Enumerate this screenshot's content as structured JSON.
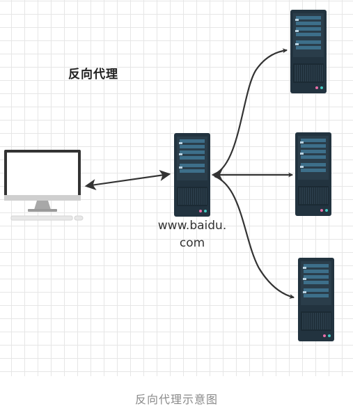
{
  "diagram": {
    "title": "反向代理",
    "proxy_label_line1": "www.baidu.",
    "proxy_label_line2": "com",
    "caption": "反向代理示意图"
  },
  "nodes": {
    "client": "computer-icon",
    "proxy": "server-icon",
    "backends": [
      "server-icon",
      "server-icon",
      "server-icon"
    ]
  },
  "colors": {
    "server_body": "#22333f",
    "server_panel": "#3d6f8a",
    "arrow": "#333333",
    "monitor_frame": "#333333",
    "monitor_stand": "#9a9a9a",
    "caption": "#8a8a8a",
    "grid": "#e6e6e6"
  }
}
